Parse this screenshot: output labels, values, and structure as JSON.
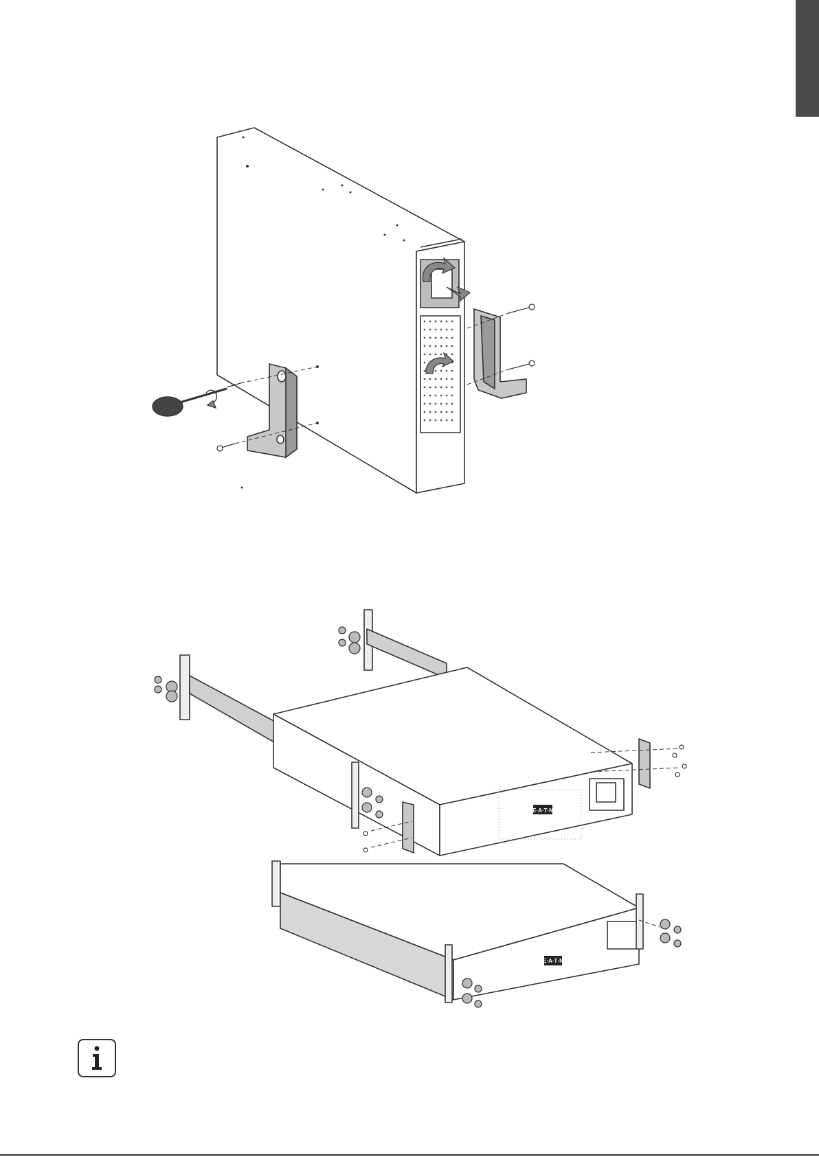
{
  "page": {
    "illustrations": [
      {
        "id": "tower-feet",
        "logo": "E·A·T·N"
      },
      {
        "id": "rack-mount",
        "logo": "E·A·T·N"
      }
    ],
    "info_icon": "info-icon",
    "thumb_tab_color": "#4a4a4a"
  }
}
